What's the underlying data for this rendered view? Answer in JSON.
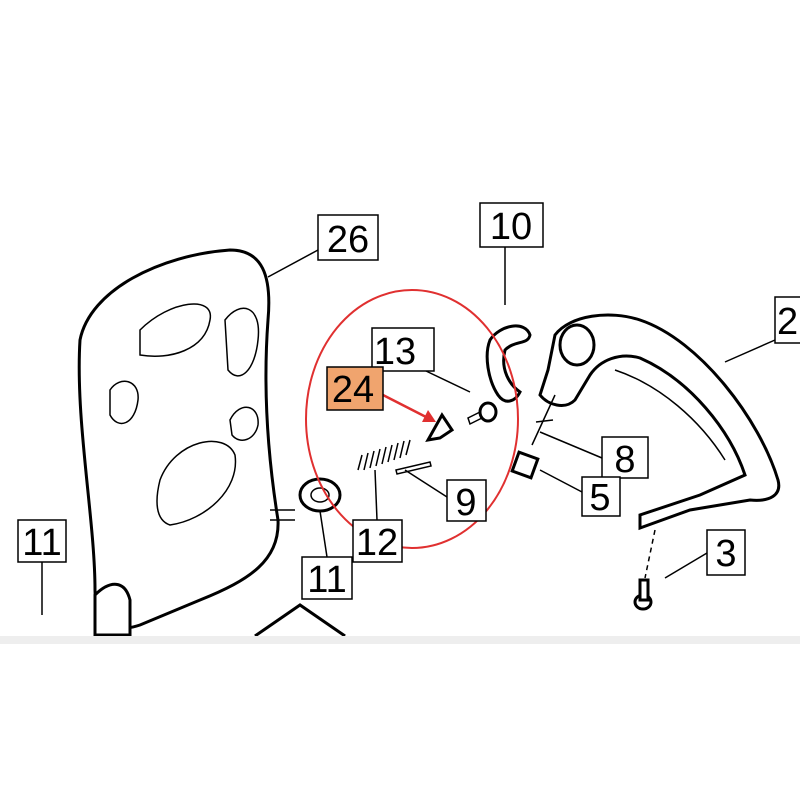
{
  "diagram": {
    "labels": {
      "p26": "26",
      "p10": "10",
      "p2": "2",
      "p13": "13",
      "p24": "24",
      "p8": "8",
      "p5": "5",
      "p9": "9",
      "p12": "12",
      "p11a": "11",
      "p11b": "11",
      "p3": "3"
    },
    "highlight_color": "#f0a46e",
    "circle_color": "#e03030"
  }
}
